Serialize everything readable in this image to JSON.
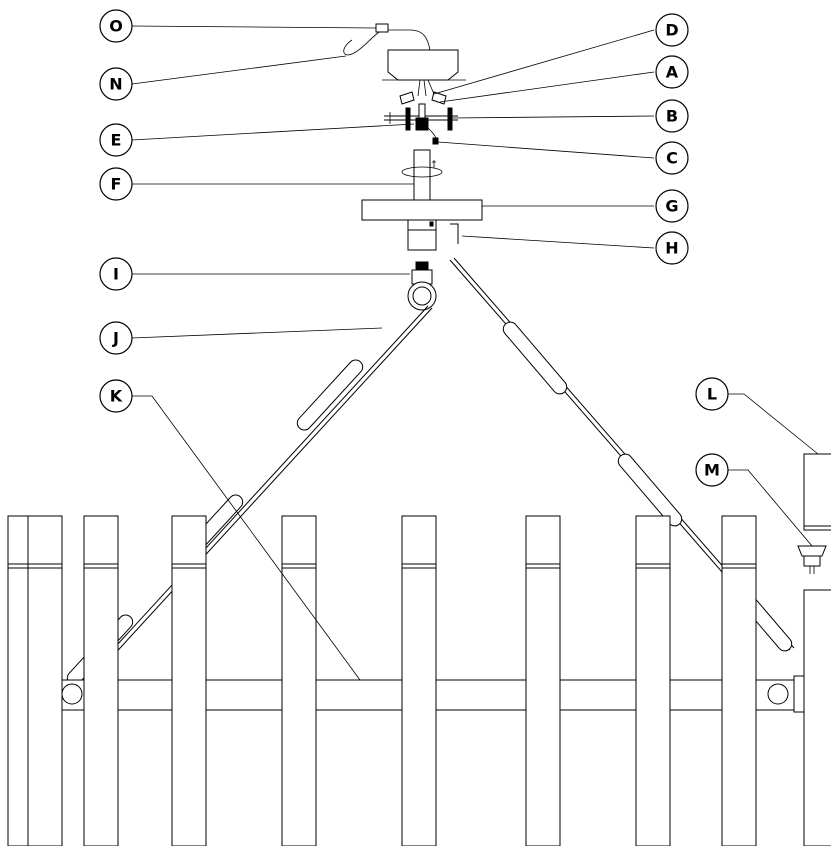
{
  "callouts": [
    {
      "id": "O",
      "label": "O"
    },
    {
      "id": "N",
      "label": "N"
    },
    {
      "id": "D",
      "label": "D"
    },
    {
      "id": "A",
      "label": "A"
    },
    {
      "id": "B",
      "label": "B"
    },
    {
      "id": "E",
      "label": "E"
    },
    {
      "id": "C",
      "label": "C"
    },
    {
      "id": "F",
      "label": "F"
    },
    {
      "id": "G",
      "label": "G"
    },
    {
      "id": "H",
      "label": "H"
    },
    {
      "id": "I",
      "label": "I"
    },
    {
      "id": "J",
      "label": "J"
    },
    {
      "id": "K",
      "label": "K"
    },
    {
      "id": "L",
      "label": "L"
    },
    {
      "id": "M",
      "label": "M"
    }
  ],
  "colors": {
    "line": "#000000",
    "background": "#ffffff"
  }
}
